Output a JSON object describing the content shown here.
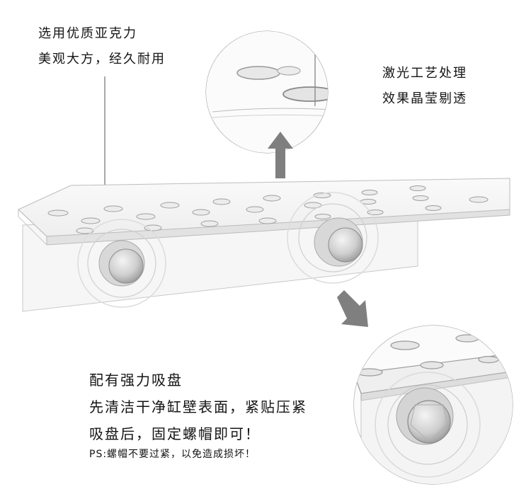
{
  "features": {
    "material_line1": "选用优质亚克力",
    "material_line2": "美观大方，经久耐用",
    "laser_line1": "激光工艺处理",
    "laser_line2": "效果晶莹剔透",
    "suction_line1": "配有强力吸盘",
    "suction_line2": "先清洁干净缸壁表面，紧贴压紧",
    "suction_line3": "吸盘后，固定螺帽即可！",
    "note": "PS:螺帽不要过紧，以免造成损坏！"
  },
  "icons": {
    "arrow_up": "arrow-up-icon",
    "arrow_down_right": "arrow-down-right-icon"
  }
}
